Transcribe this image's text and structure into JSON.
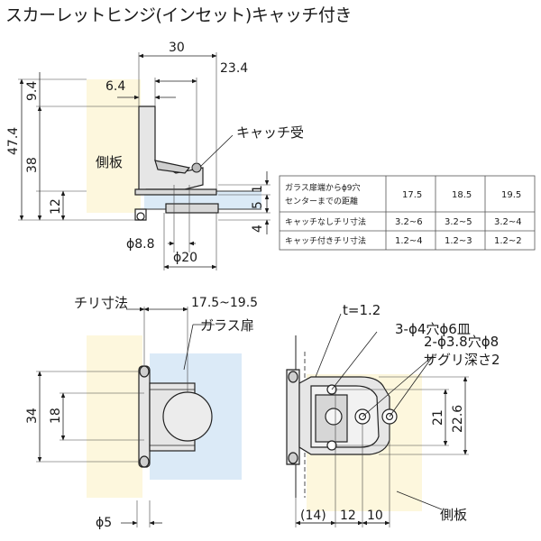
{
  "title": "スカーレットヒンジ(インセット)キャッチ付き",
  "top_view": {
    "dim_30": "30",
    "dim_23_4": "23.4",
    "dim_6_4": "6.4",
    "dim_9_4": "9.4",
    "dim_47_4": "47.4",
    "dim_38": "38",
    "dim_12": "12",
    "dim_1": "1",
    "dim_5": "5",
    "dim_4": "4",
    "dim_phi8_8": "ϕ8.8",
    "dim_phi20": "ϕ20",
    "label_side_panel": "側板",
    "label_catch": "キャッチ受"
  },
  "table": {
    "headers": [
      "ガラス扉端からϕ9穴\nセンターまでの距離",
      "17.5",
      "18.5",
      "19.5"
    ],
    "rows": [
      [
        "キャッチなしチリ寸法",
        "3.2~6",
        "3.2~5",
        "3.2~4"
      ],
      [
        "キャッチ付きチリ寸法",
        "1.2~4",
        "1.2~3",
        "1.2~2"
      ]
    ]
  },
  "front_view": {
    "label_chiri": "チリ寸法",
    "dim_range": "17.5~19.5",
    "label_glass_door": "ガラス扉",
    "dim_34": "34",
    "dim_18": "18",
    "dim_phi5": "ϕ5"
  },
  "side_view": {
    "label_t": "t=1.2",
    "label_holes_1": "3-ϕ4穴ϕ6皿",
    "label_holes_2": "2-ϕ3.8穴ϕ8",
    "label_holes_3": "ザグリ深さ2",
    "dim_21": "21",
    "dim_22_6": "22.6",
    "dim_14": "(14)",
    "dim_12": "12",
    "dim_10": "10",
    "label_side_panel": "側板"
  }
}
